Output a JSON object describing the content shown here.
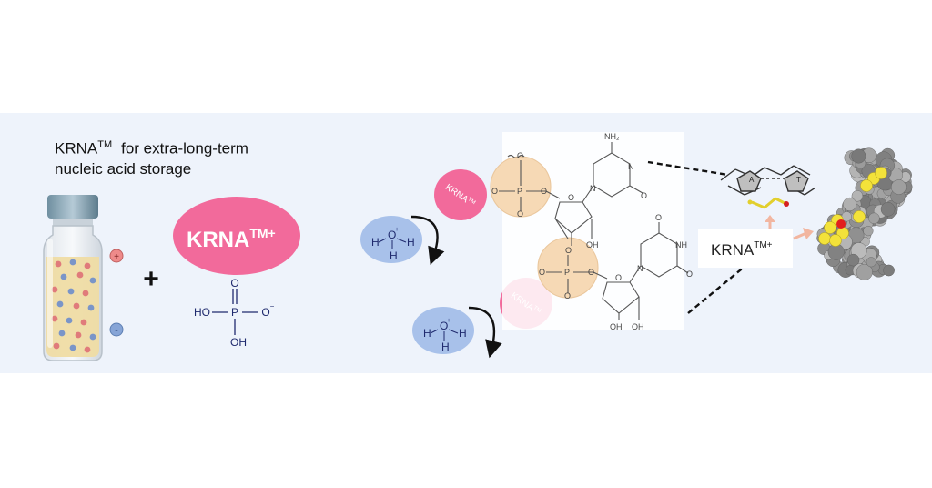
{
  "title": {
    "brand": "KRNA",
    "tm": "TM",
    "line1_rest": "for extra-long-term",
    "line2": "nucleic acid storage"
  },
  "plus_sign": "+",
  "reagent": {
    "label": "KRNA",
    "sup": "TM+"
  },
  "phosphate": {
    "O_top": "O",
    "HO": "HO",
    "P": "P",
    "O_minus": "O",
    "OH": "OH"
  },
  "vial": {
    "cation": "+",
    "anion": "-"
  },
  "hydronium": {
    "H": "H",
    "O": "O",
    "plus": "+"
  },
  "tag": {
    "label": "KRNA",
    "sup": "TM"
  },
  "nucleotide": {
    "NH2": "NH₂",
    "N": "N",
    "O": "O",
    "P": "P",
    "OH": "OH",
    "NH": "NH"
  },
  "callout": {
    "label": "KRNA",
    "sup": "TM+"
  },
  "base_pair": {
    "A": "A",
    "T": "T"
  },
  "colors": {
    "panel": "#eef3fb",
    "pink": "#f26a9b",
    "blue": "#a8c1ea",
    "peach": "#f6d9b5",
    "navy": "#1f2a6e"
  }
}
